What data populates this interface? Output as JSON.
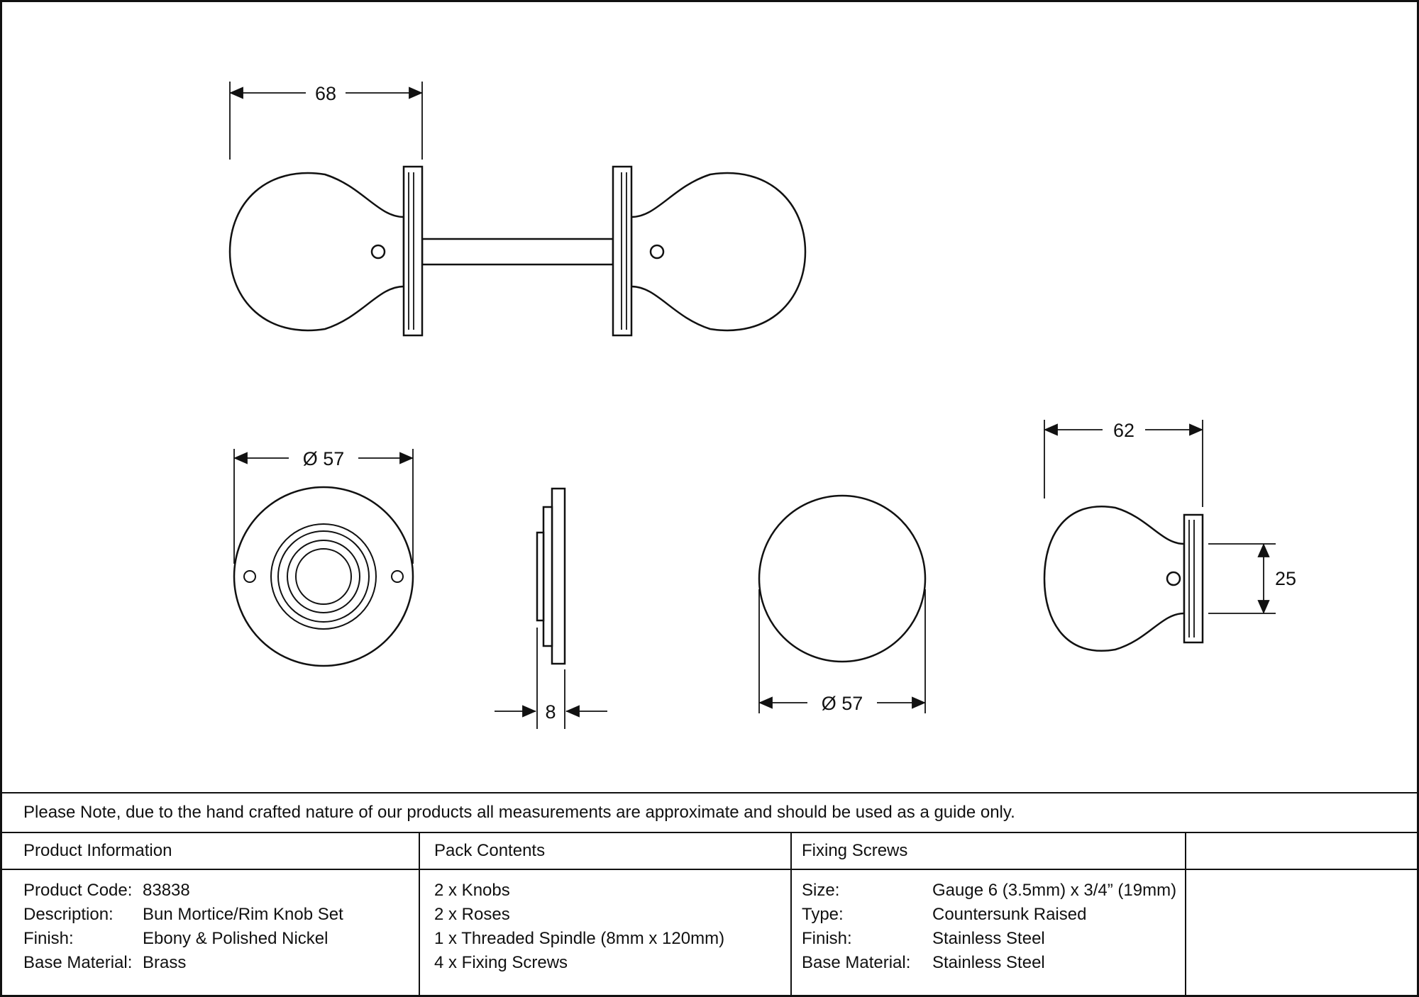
{
  "dims": {
    "assembly_depth": "68",
    "rose_diameter": "Ø 57",
    "rose_thickness": "8",
    "knob_diameter": "Ø 57",
    "knob_projection": "62",
    "neck_diameter": "25"
  },
  "note": "Please Note, due to the hand crafted nature of our products all measurements are approximate and should be used as a guide only.",
  "tables": {
    "product_information": {
      "title": "Product Information",
      "rows": [
        {
          "label": "Product Code:",
          "value": "83838"
        },
        {
          "label": "Description:",
          "value": "Bun Mortice/Rim Knob Set"
        },
        {
          "label": "Finish:",
          "value": "Ebony & Polished Nickel"
        },
        {
          "label": "Base Material:",
          "value": "Brass"
        }
      ]
    },
    "pack_contents": {
      "title": "Pack Contents",
      "items": [
        "2 x Knobs",
        "2 x Roses",
        "1 x Threaded Spindle (8mm x 120mm)",
        "4 x Fixing Screws"
      ]
    },
    "fixing_screws": {
      "title": "Fixing Screws",
      "rows": [
        {
          "label": "Size:",
          "value": "Gauge 6 (3.5mm) x 3/4” (19mm)"
        },
        {
          "label": "Type:",
          "value": "Countersunk Raised"
        },
        {
          "label": "Finish:",
          "value": "Stainless Steel"
        },
        {
          "label": "Base Material:",
          "value": "Stainless Steel"
        }
      ]
    }
  }
}
